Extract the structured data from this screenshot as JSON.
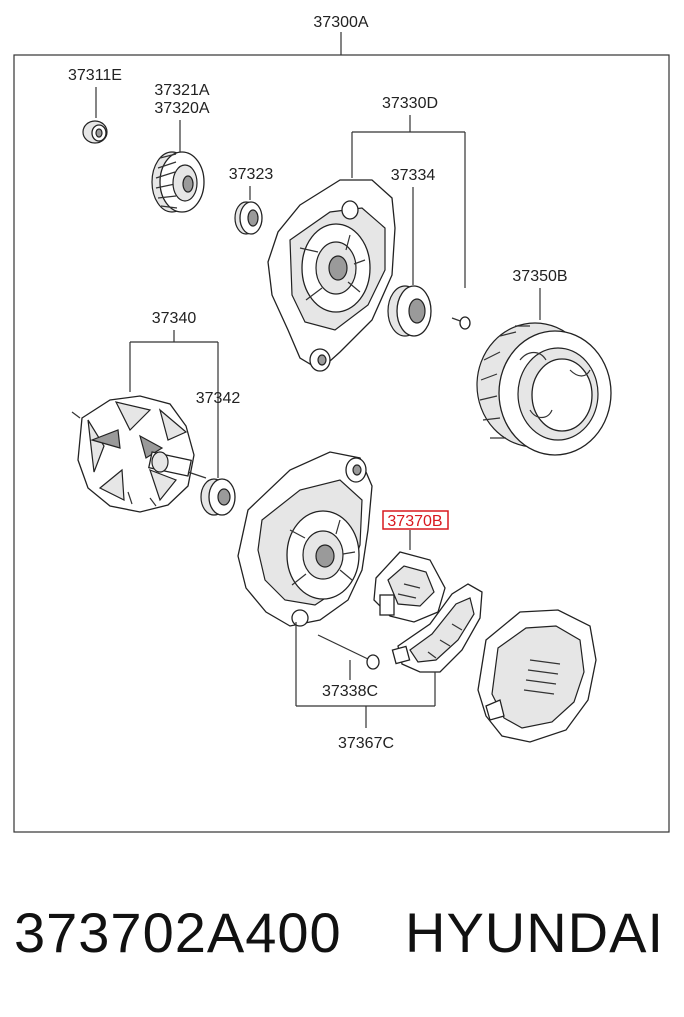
{
  "labels": {
    "assembly": "37300A",
    "nut": "37311E",
    "pulley_a": "37321A",
    "pulley_b": "37320A",
    "bearing_front": "37323",
    "front_bracket": "37330D",
    "bearing_front_bracket": "37334",
    "stator": "37350B",
    "rotor": "37340",
    "bearing_rotor": "37342",
    "regulator": "37370B",
    "through_bolt": "37338C",
    "rear_assembly": "37367C"
  },
  "footer": {
    "part_number": "373702A400",
    "brand": "HYUNDAI"
  },
  "colors": {
    "highlight": "#d9181f",
    "line": "#333333"
  }
}
